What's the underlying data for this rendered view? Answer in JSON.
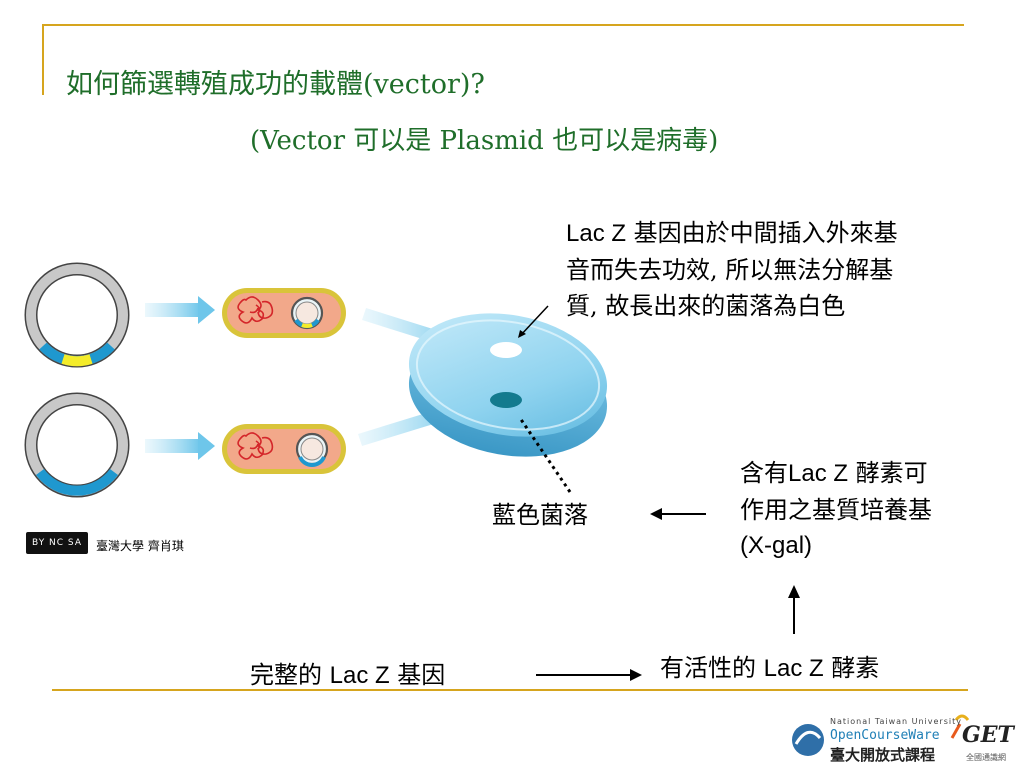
{
  "title": "如何篩選轉殖成功的載體(vector)?",
  "subtitle": "(Vector 可以是 Plasmid 也可以是病毒)",
  "notes": {
    "white_line1_prefix": "Lac Z",
    "white_line1_rest": " 基因由於中間插入外來基",
    "white_line2": "音而失去功效, 所以無法分解基",
    "white_line3": "質, 故長出來的菌落為白色",
    "substrate_line1_prefix": "含有",
    "substrate_line1_lac": "Lac Z",
    "substrate_line1_rest": " 酵素可",
    "substrate_line2": "作用之基質培養基",
    "substrate_line3": "(X-gal)",
    "blue_colony": "藍色菌落",
    "intact_prefix": "完整的 ",
    "intact_lac": "Lac Z",
    "intact_suffix": " 基因",
    "active_prefix": "有活性的 ",
    "active_lac": "Lac Z",
    "active_suffix": " 酵素"
  },
  "credit": "臺灣大學 齊肖琪",
  "license_badge": "BY NC SA",
  "footer": {
    "university": "National Taiwan University",
    "ocw": "OpenCourseWare",
    "ocw_cn": "臺大開放式課程",
    "get": "GET",
    "get_sub": "全國通識網"
  },
  "colors": {
    "accent_gold": "#d6a51e",
    "title_green": "#1f6e2a",
    "cell_fill": "#f2a88a",
    "cell_border": "#d9c43a",
    "arrow_blue": "#7ccbe8",
    "plasmid_insert_yellow": "#f4ec2a",
    "lacz_blue": "#1f98cf",
    "colony_blue": "#137a8e",
    "dish": "#8fd3ef"
  }
}
